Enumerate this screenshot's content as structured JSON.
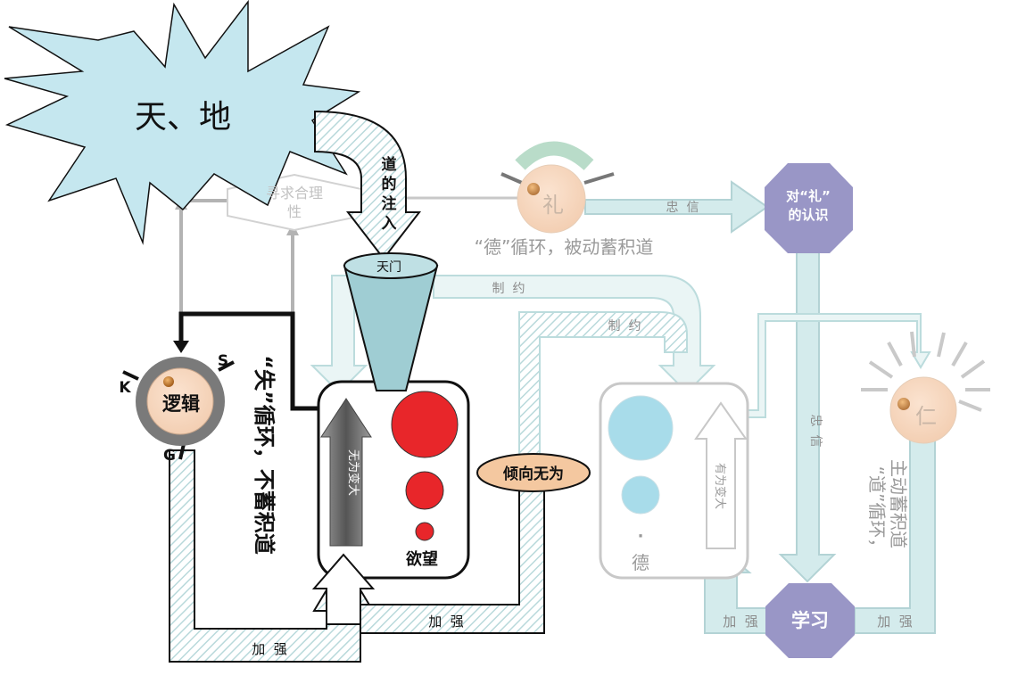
{
  "nodes": {
    "heaven_earth": "天、地",
    "seek_reason_a": "寻求合理",
    "seek_reason_b": "性",
    "dao_injection": [
      "道",
      "的",
      "注",
      "入"
    ],
    "tianmen": "天门",
    "li": "礼",
    "zhongxin_h": "忠  信",
    "li_recognition_a": "对“礼”",
    "li_recognition_b": "的认识",
    "de_cycle": "“德”循环，被动蓄积道",
    "zhiyue_1": "制  约",
    "zhiyue_2": "制  约",
    "logic": "逻辑",
    "k": "K",
    "s": "S",
    "g": "G",
    "shi_cycle": "“失”循环，不蓄积道",
    "wuwei_bianda": "无为变大",
    "desire": "欲望",
    "incline_wuwei": "倾向无为",
    "dot": "·",
    "de": "德",
    "youwei_bianda": "有为变大",
    "zhongxin_v": "忠  信",
    "ren": "仁",
    "dao_cycle_a": "“道”循环，",
    "dao_cycle_b": "主动蓄积道",
    "learn": "学习",
    "strengthen_1": "加  强",
    "strengthen_2": "加  强",
    "strengthen_3": "加  强",
    "strengthen_4": "加  强"
  },
  "colors": {
    "starburst": "#c5e7ef",
    "funnel": "#9fcdd3",
    "desire_red": "#e8262a",
    "de_blue": "#a8dcea",
    "incline_orange": "#f4c8a0",
    "octagon": "#9996c6",
    "pale_arrow": "#d4ebec",
    "faded_text": "#9a9a9a"
  }
}
